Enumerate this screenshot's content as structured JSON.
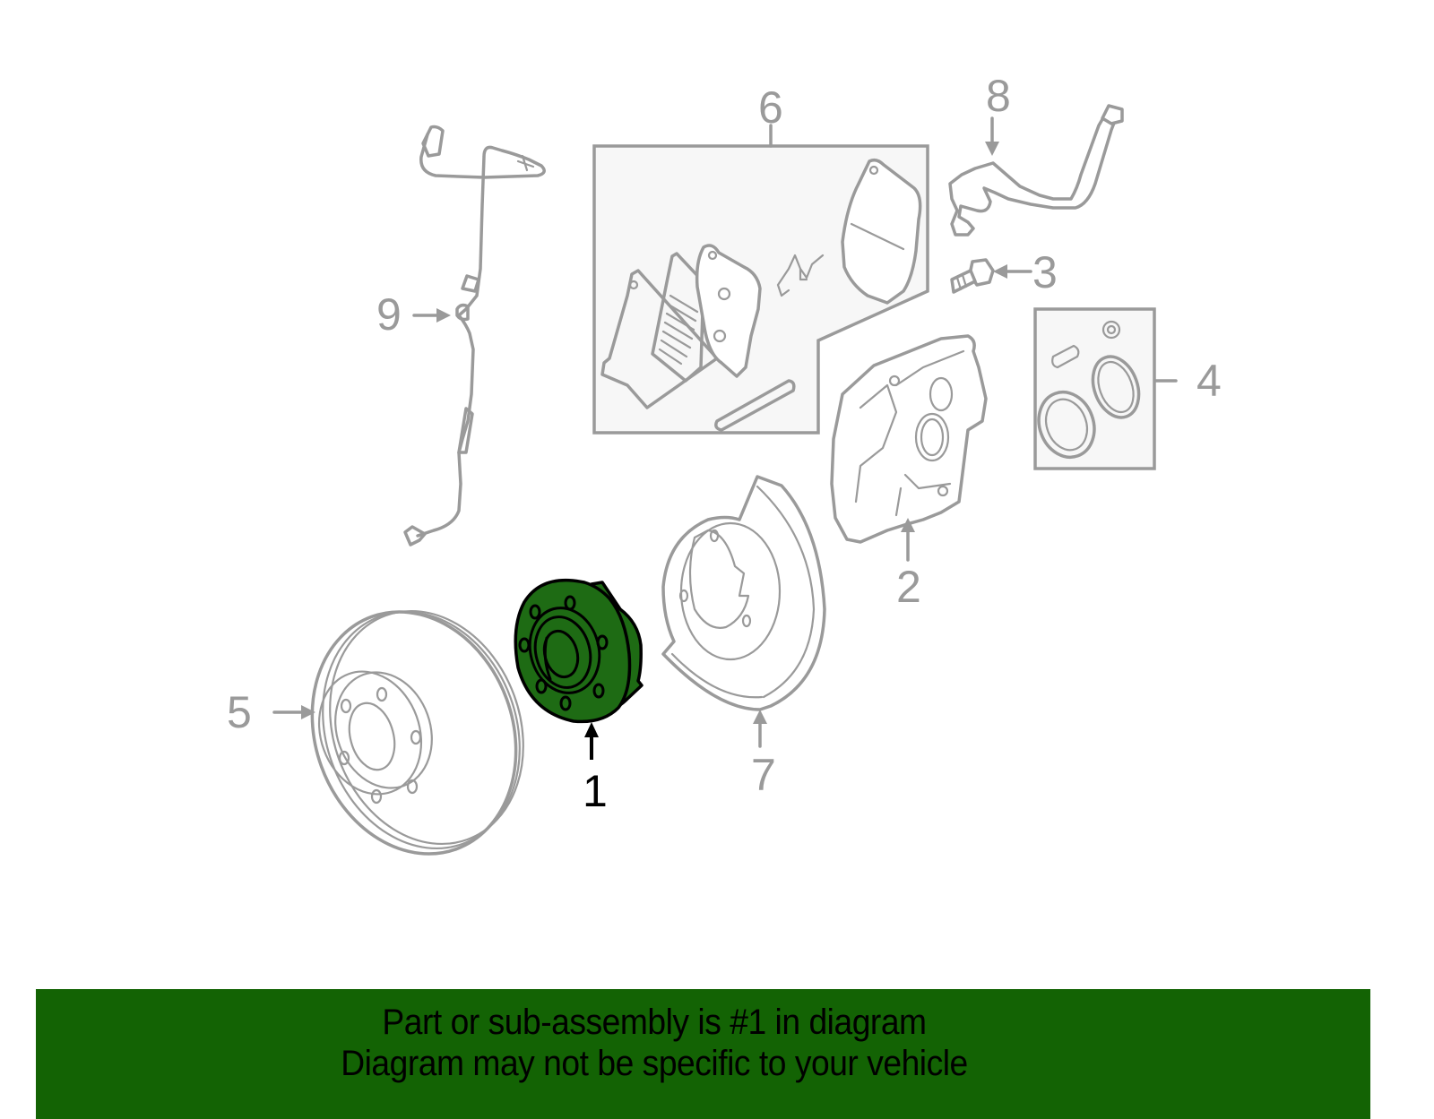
{
  "diagram": {
    "title": "Front brake assembly exploded view",
    "highlight_color": "#1e6b14",
    "line_color": "#9a9a9a",
    "highlighted_callout": "1",
    "callouts": [
      {
        "id": "1",
        "label": "1",
        "part": "hub-and-bearing",
        "highlighted": true
      },
      {
        "id": "2",
        "label": "2",
        "part": "caliper",
        "highlighted": false
      },
      {
        "id": "3",
        "label": "3",
        "part": "bolt",
        "highlighted": false
      },
      {
        "id": "4",
        "label": "4",
        "part": "caliper-repair-kit",
        "highlighted": false
      },
      {
        "id": "5",
        "label": "5",
        "part": "rotor",
        "highlighted": false
      },
      {
        "id": "6",
        "label": "6",
        "part": "brake-pad-kit",
        "highlighted": false
      },
      {
        "id": "7",
        "label": "7",
        "part": "splash-shield",
        "highlighted": false
      },
      {
        "id": "8",
        "label": "8",
        "part": "brake-hose",
        "highlighted": false
      },
      {
        "id": "9",
        "label": "9",
        "part": "abs-sensor-wire",
        "highlighted": false
      }
    ]
  },
  "banner": {
    "background_color": "#136304",
    "line1": "Part or sub-assembly is #1 in diagram",
    "line2": "Diagram may not be specific to your vehicle"
  }
}
